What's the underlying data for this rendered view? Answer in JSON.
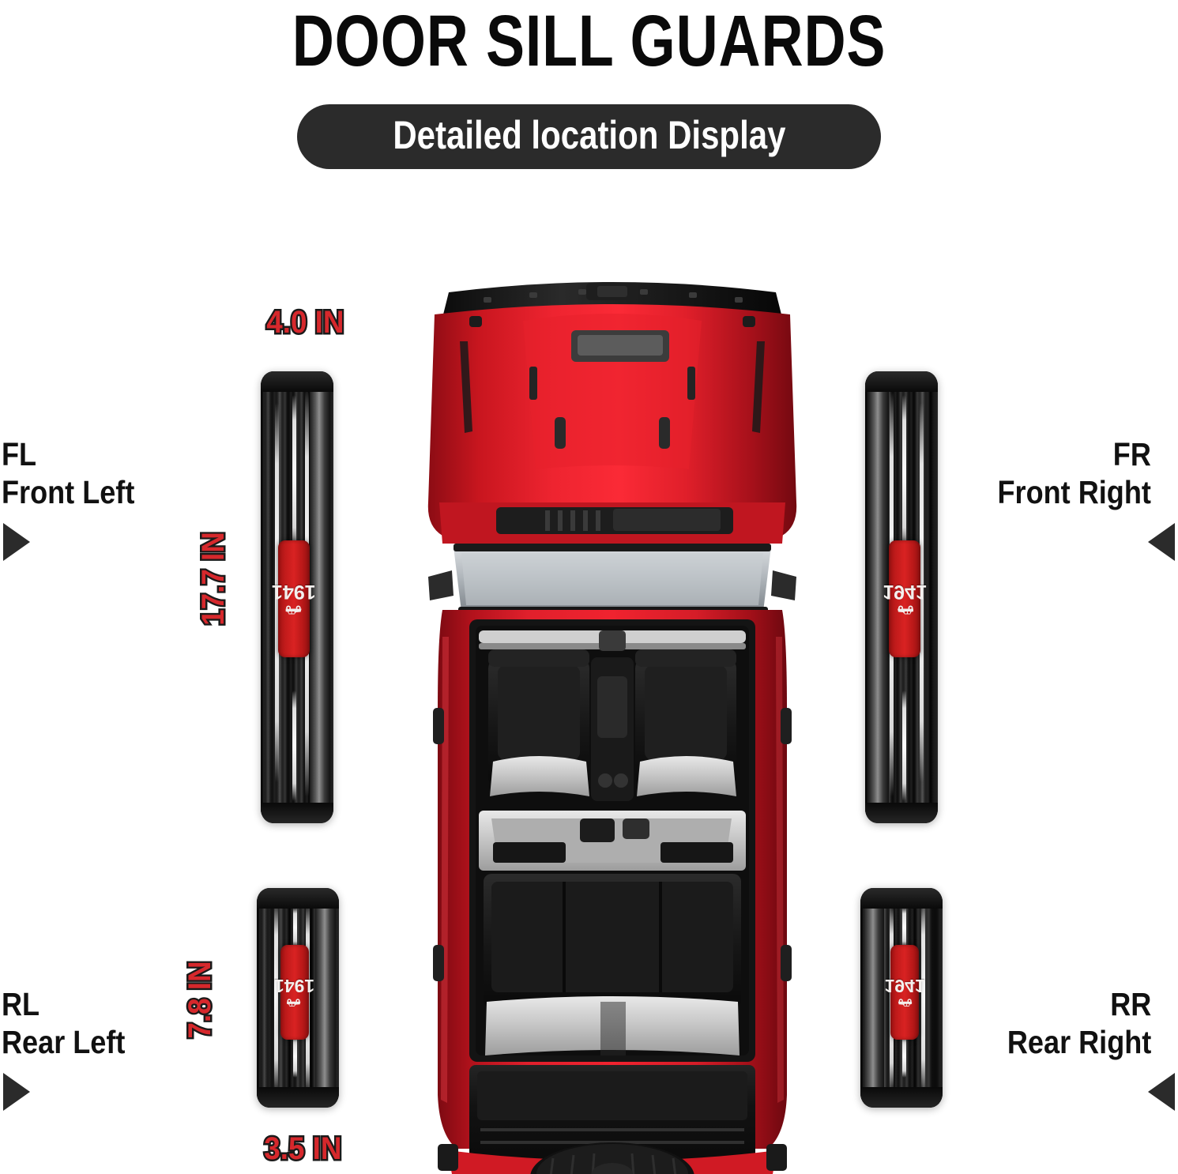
{
  "header": {
    "title": "DOOR SILL GUARDS",
    "subtitle": "Detailed location Display"
  },
  "positions": [
    {
      "key": "fl",
      "abbr": "FL",
      "full": "Front Left",
      "arrow": "triangle-right-icon"
    },
    {
      "key": "fr",
      "abbr": "FR",
      "full": "Front Right",
      "arrow": "triangle-left-icon"
    },
    {
      "key": "rl",
      "abbr": "RL",
      "full": "Rear Left",
      "arrow": "triangle-right-icon"
    },
    {
      "key": "rr",
      "abbr": "RR",
      "full": "Rear Right",
      "arrow": "triangle-left-icon"
    }
  ],
  "dimensions": {
    "front_width": "4.0 IN",
    "front_length": "17.7 IN",
    "rear_width": "3.5 IN",
    "rear_length": "7.8 IN"
  },
  "badge": {
    "year": "1941",
    "icon": "jeep-vehicle-icon"
  },
  "product": {
    "name": "door-sill-guard",
    "finish_color": "#161616",
    "badge_color": "#d92222"
  },
  "vehicle": {
    "name": "jeep-top-view",
    "body_color": "#cf1622",
    "trim_color": "#1a1a1a"
  },
  "colors": {
    "title": "#0a0a0a",
    "pill_background": "#2b2b2b",
    "pill_text": "#ffffff",
    "dimension_text": "#d6282c",
    "dimension_outline": "#1a1a1a",
    "arrow": "#2b2b2b",
    "background": "#ffffff"
  }
}
